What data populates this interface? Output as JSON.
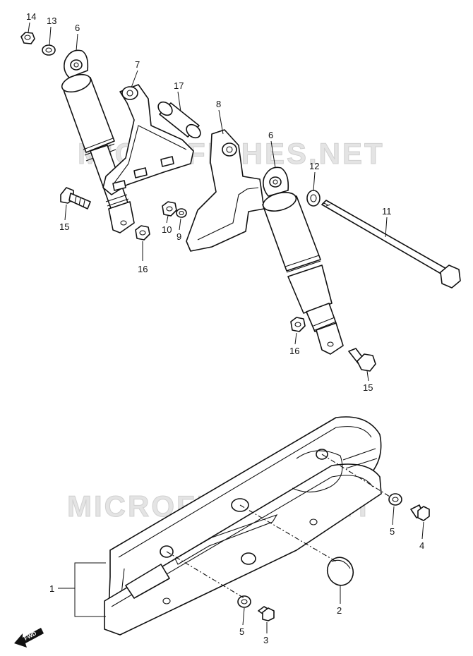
{
  "watermark": "MICROFICHES.NET",
  "fwd_label": "FWD",
  "callouts": {
    "c1": "1",
    "c2": "2",
    "c3": "3",
    "c4": "4",
    "c5a": "5",
    "c5b": "5",
    "c6a": "6",
    "c6b": "6",
    "c7": "7",
    "c8": "8",
    "c9": "9",
    "c10": "10",
    "c11": "11",
    "c12": "12",
    "c13": "13",
    "c14": "14",
    "c15a": "15",
    "c15b": "15",
    "c16a": "16",
    "c16b": "16",
    "c17": "17"
  }
}
